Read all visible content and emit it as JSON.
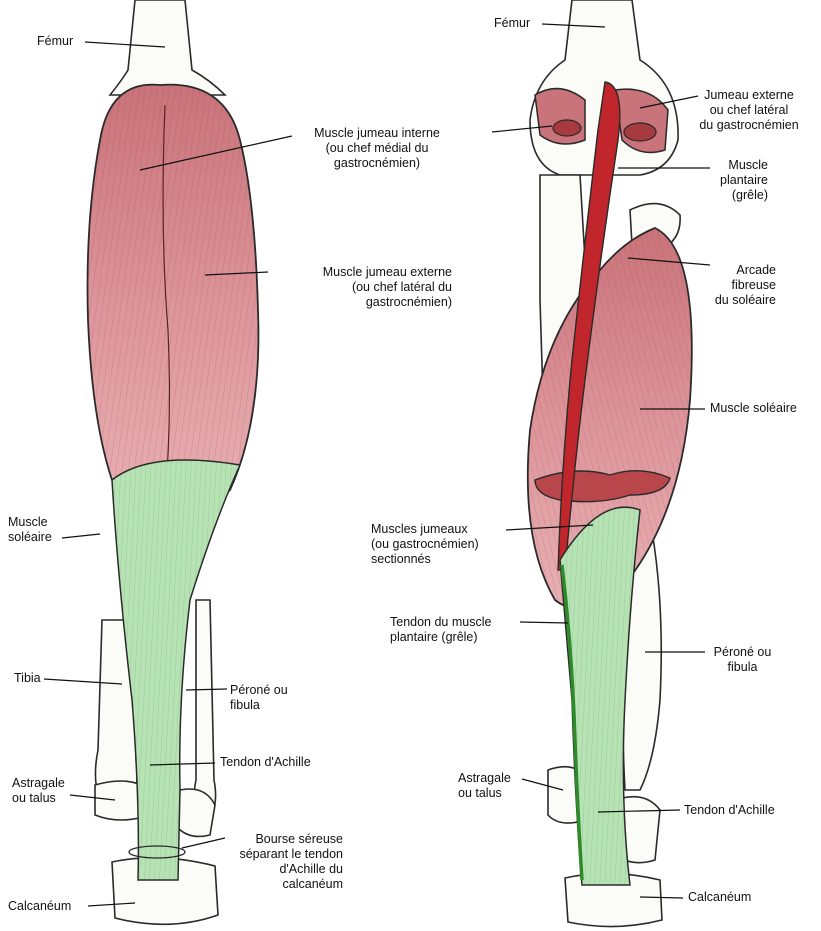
{
  "colors": {
    "muscle": "#c9737a",
    "muscle_light": "#e7a9ad",
    "plantaire_muscle": "#c0262b",
    "tendon": "#b6e2b4",
    "plantaire_tendon": "#2e8a2a",
    "bone": "#fbfbf7"
  },
  "left_view": {
    "labels": {
      "femur": "Fémur",
      "jumeau_interne": "Muscle jumeau interne\n(ou chef médial du\ngastrocnémien)",
      "jumeau_externe": "Muscle jumeau externe\n(ou chef latéral du\ngastrocnémien)",
      "soleaire": "Muscle\nsoléaire",
      "tibia": "Tibia",
      "perone": "Péroné ou\nfibula",
      "tendon_achille": "Tendon d'Achille",
      "astragale": "Astragale\nou talus",
      "bourse": "Bourse séreuse\nséparant le tendon\nd'Achille du\ncalcanéum",
      "calcaneum": "Calcanéum"
    }
  },
  "right_view": {
    "labels": {
      "femur": "Fémur",
      "jumeau_externe": "Jumeau externe\nou chef latéral\ndu gastrocnémien",
      "plantaire": "Muscle\nplantaire\n(grêle)",
      "arcade": "Arcade\nfibreuse\ndu soléaire",
      "soleaire": "Muscle soléaire",
      "jumeaux_sectionnes": "Muscles jumeaux\n(ou gastrocnémien)\nsectionnés",
      "tendon_plantaire": "Tendon du muscle\nplantaire (grêle)",
      "perone": "Péroné ou\nfibula",
      "astragale": "Astragale\nou talus",
      "tendon_achille": "Tendon d'Achille",
      "calcaneum": "Calcanéum"
    }
  }
}
